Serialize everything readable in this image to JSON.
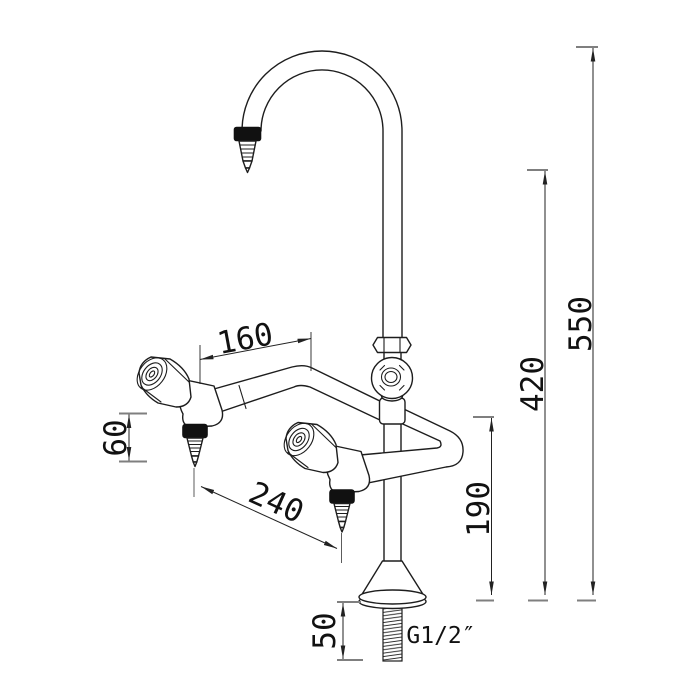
{
  "drawing": {
    "kind": "technical-dimension-drawing",
    "subject": "laboratory gooseneck faucet with two outlet valves",
    "units_implied": "mm",
    "colors": {
      "line": "#1d1d1d",
      "tick": "#7f7f7f",
      "background": "#ffffff"
    }
  },
  "labels": {
    "reach_160": "160",
    "drop_60": "60",
    "spacing_240": "240",
    "outlet_height_190": "190",
    "thread_length_50": "50",
    "spout_height_420": "420",
    "total_height_550": "550",
    "thread_spec": "G1/2″"
  }
}
